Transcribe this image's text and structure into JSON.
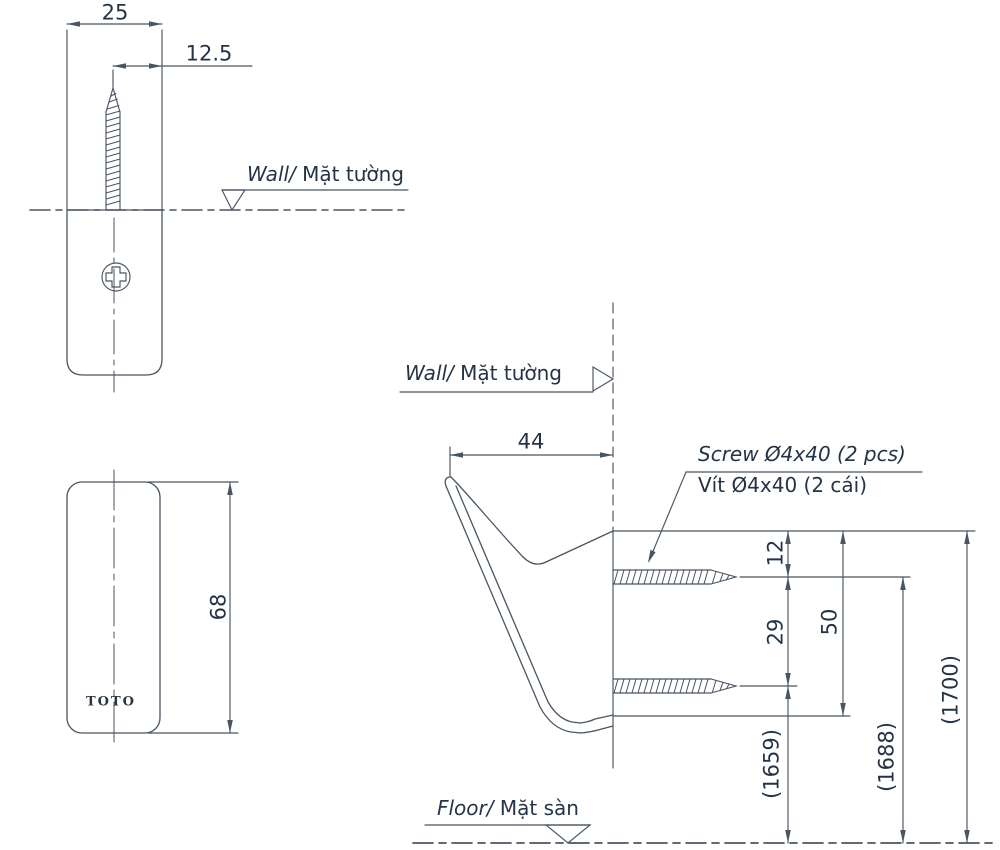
{
  "drawing": {
    "title_semantic": "Robe hook installation dimension drawing",
    "colors": {
      "line": "#4a5562",
      "text": "#243447",
      "background": "#ffffff"
    },
    "front_view": {
      "width": "25",
      "screw_offset": "12.5"
    },
    "side_view": {
      "height": "68",
      "logo": "TOTO"
    },
    "wall_label": {
      "en": "Wall/",
      "vi": " Mặt tường"
    },
    "floor_label": {
      "en": "Floor/",
      "vi": " Mặt sàn"
    },
    "elevation": {
      "depth": "44",
      "screw_label_en": "Screw Ø4x40 (2 pcs)",
      "screw_label_vi": "Vít Ø4x40 (2 cái)",
      "dim_top_to_screw1": "12",
      "dim_screw1_to_screw2": "29",
      "dim_top_to_bottom": "50",
      "dim_floor_to_screw2": "(1659)",
      "dim_floor_to_screw1": "(1688)",
      "dim_floor_to_top": "(1700)"
    }
  }
}
